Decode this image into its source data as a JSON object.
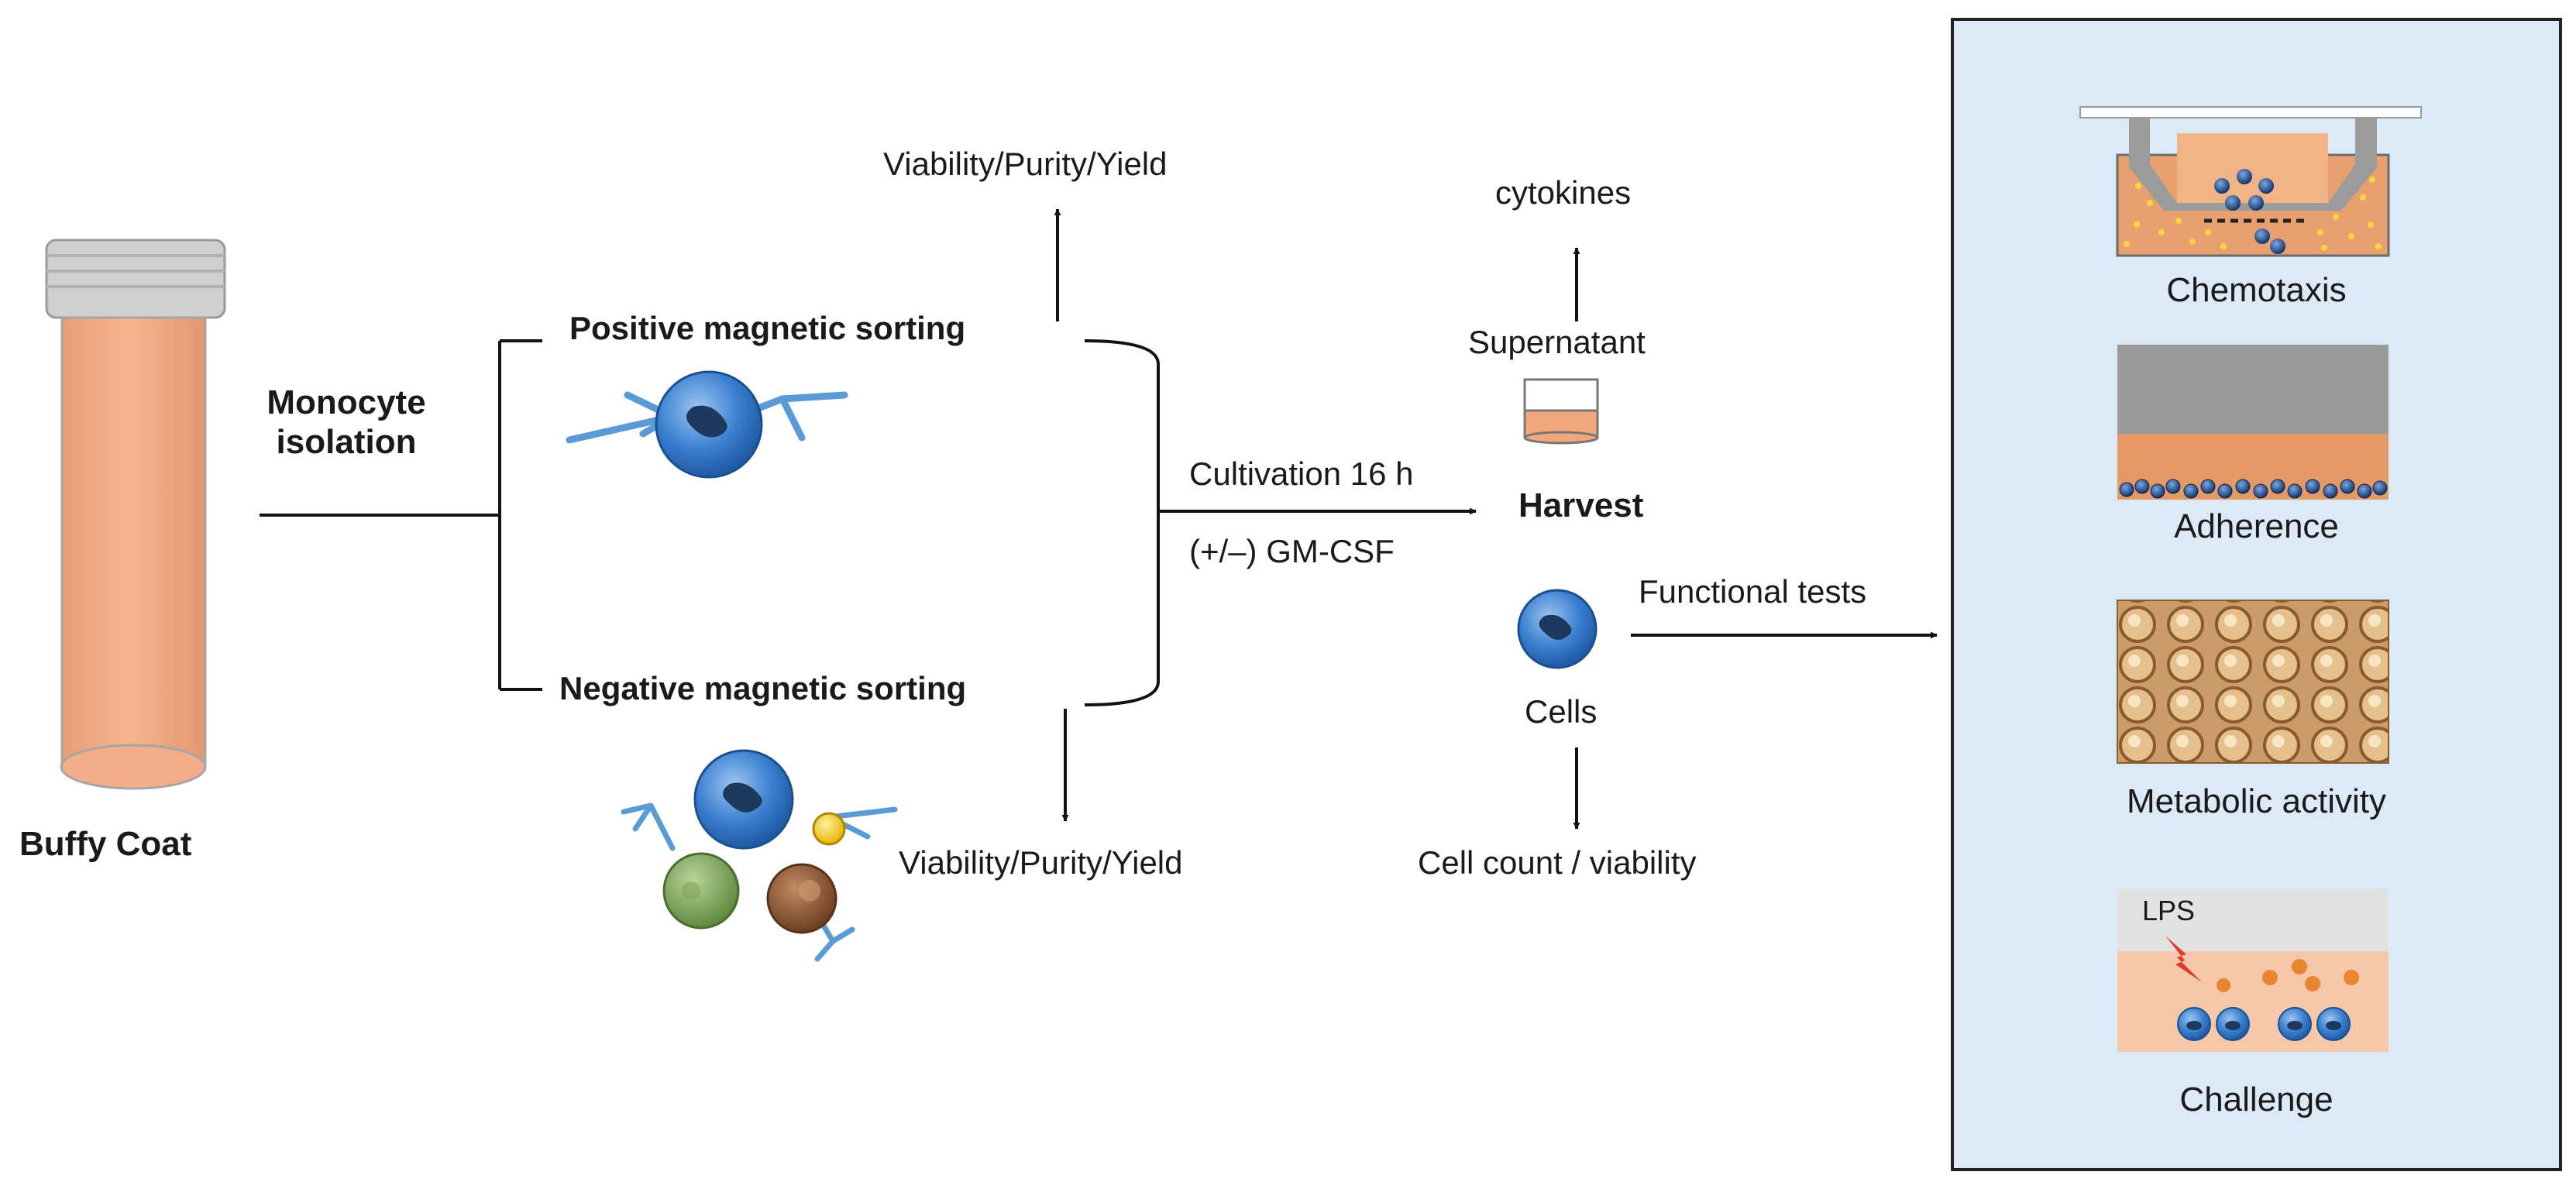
{
  "colors": {
    "line": "#111111",
    "panel_bg": "#dce9f7",
    "panel_border": "#222222",
    "tube_fill": "#f3a983",
    "cap": "#cccccc",
    "cell_blue": "#2f73c7",
    "nucleus": "#1d3a5e",
    "antibody": "#5b9bd5",
    "medium": "#eb9c6c",
    "gray": "#8f8f8f",
    "yellow": "#f5c518",
    "lps_red": "#e0392b"
  },
  "labels": {
    "buffy_coat": "Buffy Coat",
    "monocyte_isolation_1": "Monocyte",
    "monocyte_isolation_2": "isolation",
    "positive_sorting": "Positive magnetic sorting",
    "negative_sorting": "Negative magnetic sorting",
    "viability_top": "Viability/Purity/Yield",
    "viability_bottom": "Viability/Purity/Yield",
    "cultivation": "Cultivation 16 h",
    "gmcsf": "(+/–) GM-CSF",
    "harvest": "Harvest",
    "supernatant": "Supernatant",
    "cytokines": "cytokines",
    "cells": "Cells",
    "cell_count": "Cell count / viability",
    "functional_tests": "Functional tests"
  },
  "assays": [
    {
      "label": "Chemotaxis",
      "icon": "transwell-icon"
    },
    {
      "label": "Adherence",
      "icon": "adherent-cells-icon"
    },
    {
      "label": "Metabolic activity",
      "icon": "well-plate-icon"
    },
    {
      "label": "Challenge",
      "icon": "lps-challenge-icon",
      "tag": "LPS"
    }
  ]
}
